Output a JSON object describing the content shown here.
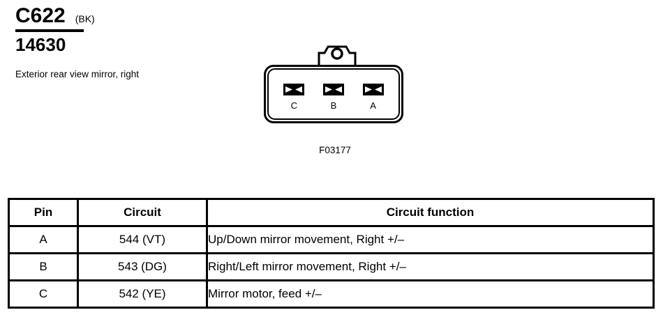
{
  "connector": {
    "id": "C622",
    "color_code": "(BK)",
    "part_number": "14630",
    "description": "Exterior rear view mirror, right",
    "figure_number": "F03177",
    "cavities": [
      {
        "label": "C"
      },
      {
        "label": "B"
      },
      {
        "label": "A"
      }
    ]
  },
  "table": {
    "headers": {
      "pin": "Pin",
      "circuit": "Circuit",
      "function": "Circuit function"
    },
    "rows": [
      {
        "pin": "A",
        "circuit": "544 (VT)",
        "function": "Up/Down mirror movement, Right +/–"
      },
      {
        "pin": "B",
        "circuit": "543 (DG)",
        "function": "Right/Left mirror movement, Right +/–"
      },
      {
        "pin": "C",
        "circuit": "542 (YE)",
        "function": "Mirror motor, feed +/–"
      }
    ]
  }
}
